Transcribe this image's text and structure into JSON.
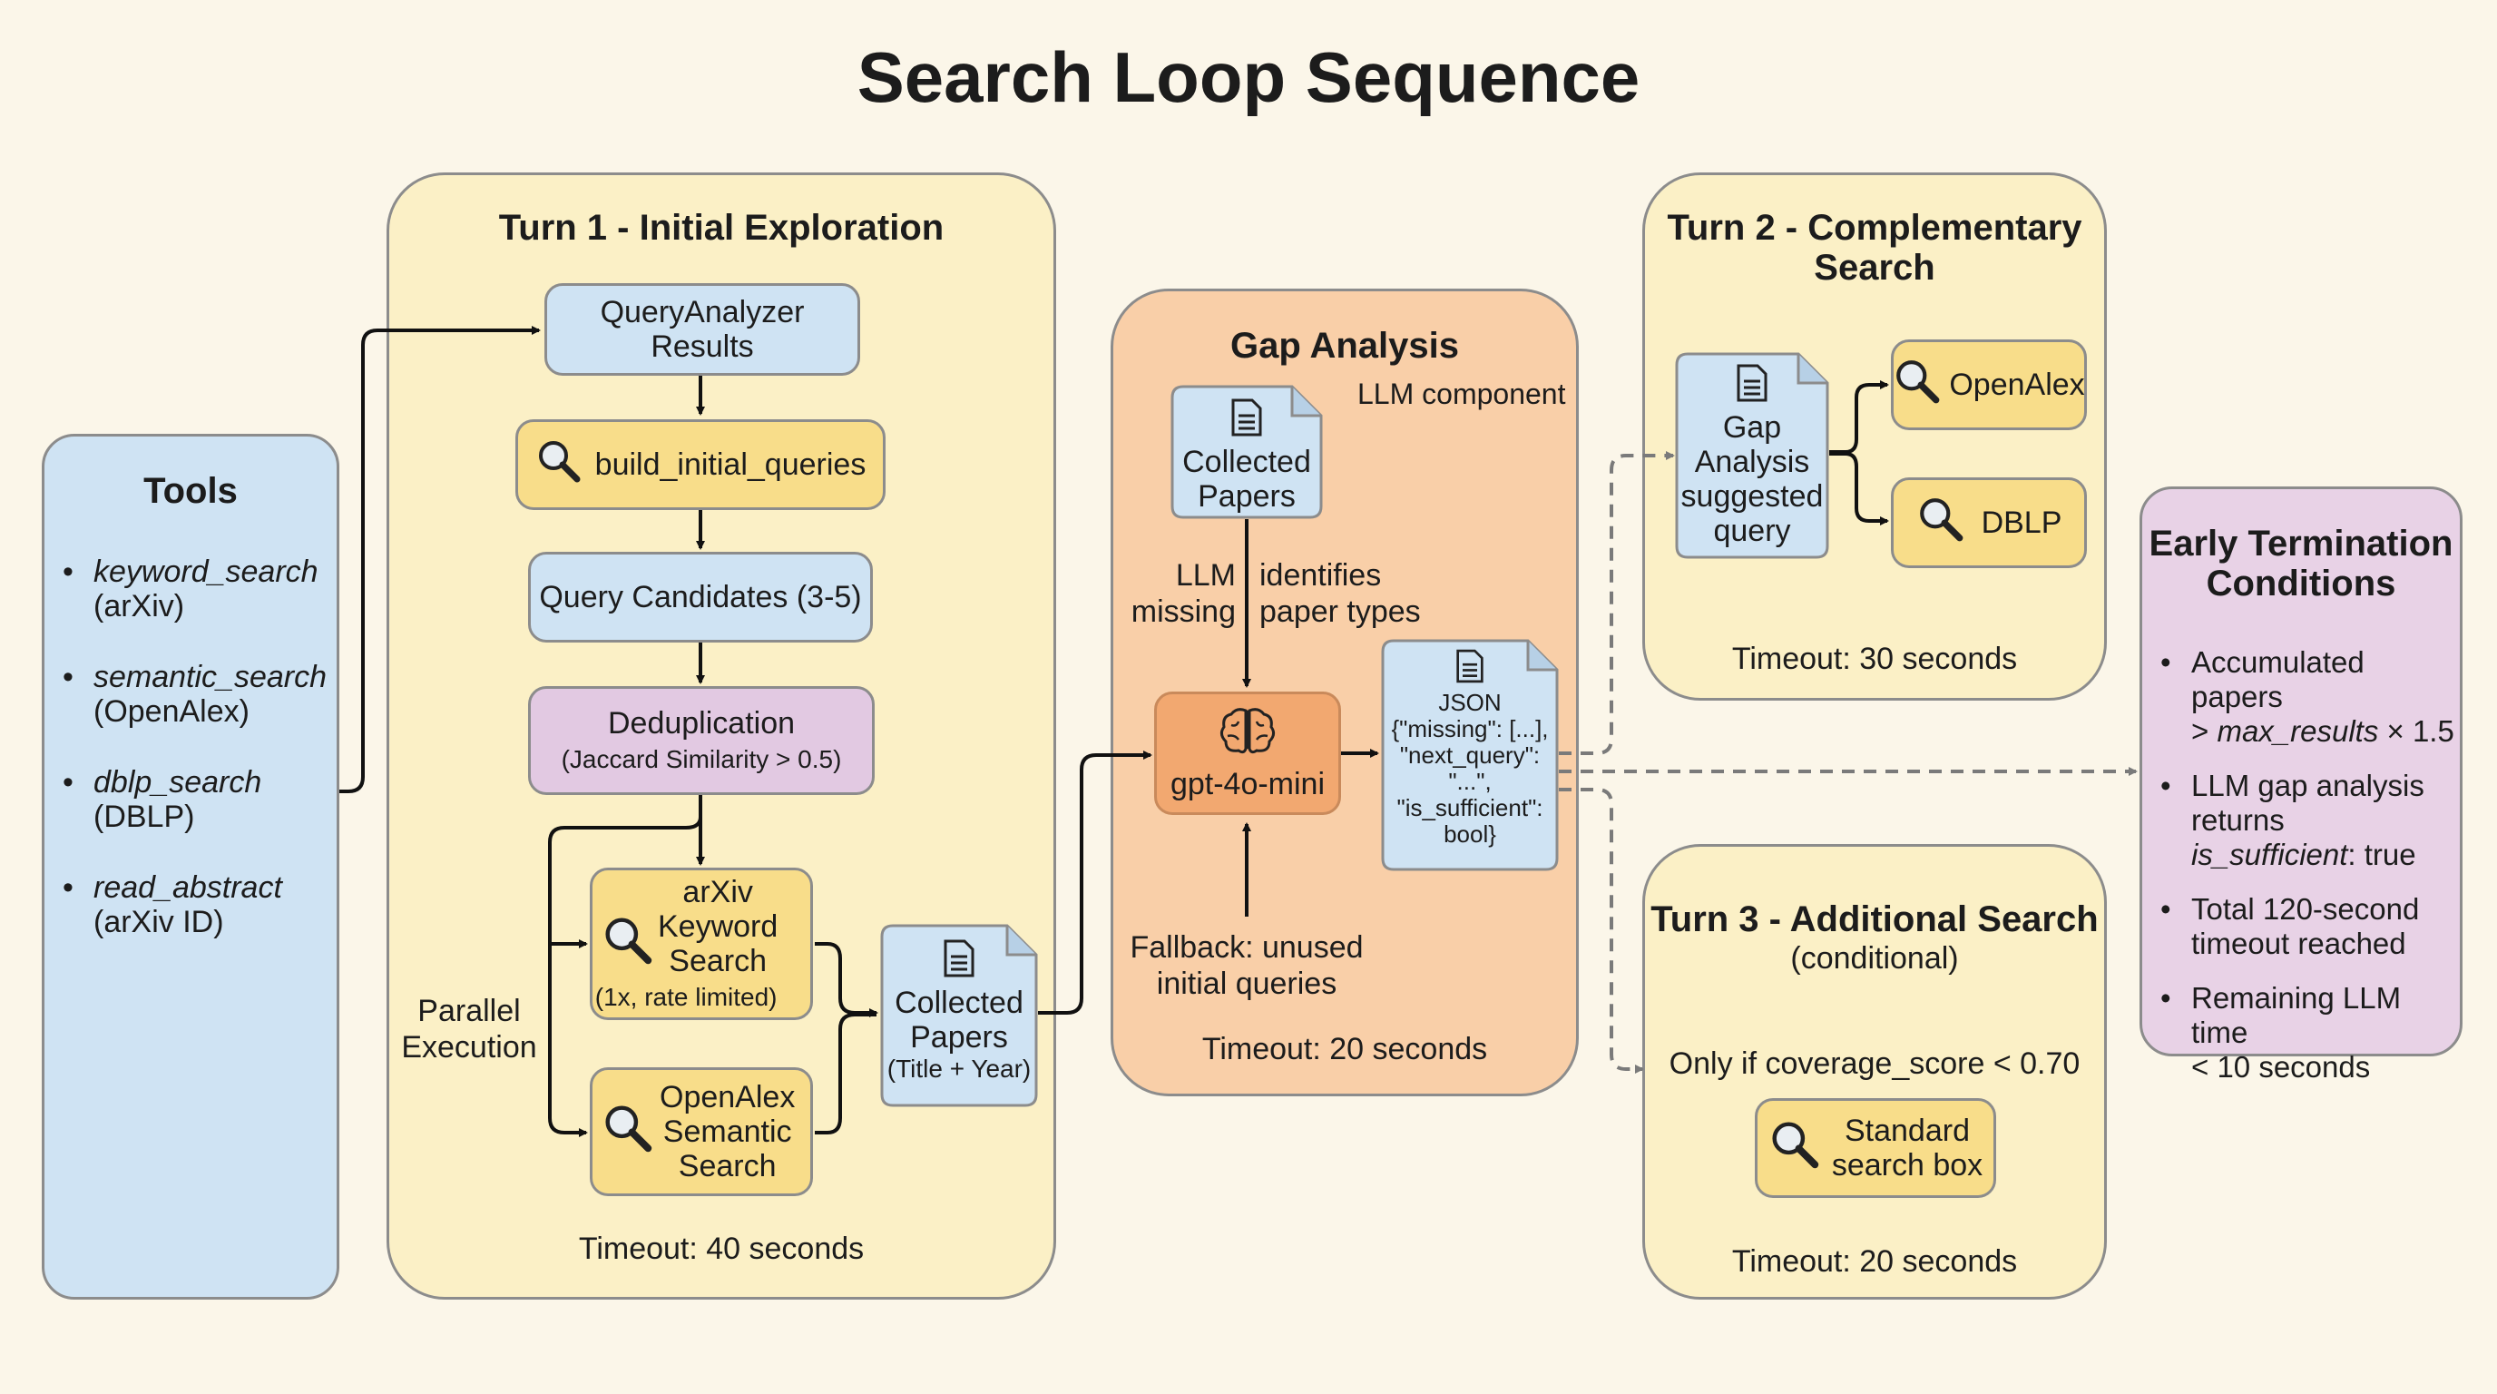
{
  "title": "Search Loop Sequence",
  "tools": {
    "title": "Tools",
    "items": [
      {
        "name": "keyword_search",
        "source": "(arXiv)"
      },
      {
        "name": "semantic_search",
        "source": "(OpenAlex)"
      },
      {
        "name": "dblp_search",
        "source": "(DBLP)"
      },
      {
        "name": "read_abstract",
        "source": "(arXiv ID)"
      }
    ]
  },
  "turn1": {
    "title": "Turn 1 - Initial Exploration",
    "query_analyzer": [
      "QueryAnalyzer",
      "Results"
    ],
    "build_queries": "build_initial_queries",
    "candidates": "Query Candidates (3-5)",
    "dedup": "Deduplication",
    "dedup_sub": "(Jaccard Similarity > 0.5)",
    "parallel": [
      "Parallel",
      "Execution"
    ],
    "arxiv": [
      "arXiv",
      "Keyword",
      "Search"
    ],
    "arxiv_sub": "(1x, rate limited)",
    "openalex": [
      "OpenAlex",
      "Semantic",
      "Search"
    ],
    "collected": [
      "Collected",
      "Papers"
    ],
    "collected_sub": "(Title + Year)",
    "timeout": "Timeout: 40 seconds"
  },
  "gap": {
    "title": "Gap Analysis",
    "llm_component": "LLM component",
    "collected": [
      "Collected",
      "Papers"
    ],
    "llm_missing": [
      "LLM",
      "missing"
    ],
    "identifies": [
      "identifies",
      "paper types"
    ],
    "model": "gpt-4o-mini",
    "json_lines": [
      "JSON",
      "{\"missing\": [...],",
      "\"next_query\":",
      "\"...\",",
      "\"is_sufficient\":",
      "bool}"
    ],
    "fallback": [
      "Fallback: unused",
      "initial queries"
    ],
    "timeout": "Timeout: 20 seconds"
  },
  "turn2": {
    "title": [
      "Turn 2 - Complementary",
      "Search"
    ],
    "suggested": [
      "Gap",
      "Analysis",
      "suggested",
      "query"
    ],
    "openalex": "OpenAlex",
    "dblp": "DBLP",
    "timeout": "Timeout: 30 seconds"
  },
  "turn3": {
    "title": "Turn 3 - Additional Search",
    "subtitle": "(conditional)",
    "condition": "Only if coverage_score < 0.70",
    "search_box": [
      "Standard",
      "search box"
    ],
    "timeout": "Timeout: 20 seconds"
  },
  "early": {
    "title": [
      "Early Termination",
      "Conditions"
    ],
    "c1": [
      "Accumulated papers",
      "> ",
      "max_results",
      " × 1.5"
    ],
    "c2": [
      "LLM gap analysis",
      "returns",
      "is_sufficient",
      ": true"
    ],
    "c3": [
      "Total 120-second",
      "timeout reached"
    ],
    "c4": [
      "Remaining LLM time",
      "< 10 seconds"
    ]
  },
  "icons": [
    "magnifier-icon",
    "document-icon",
    "brain-icon"
  ],
  "colors": {
    "background": "#fbf6e9",
    "yellow_panel": "#fbf0c6",
    "blue": "#cfe3f3",
    "yellow_box": "#f8dd8a",
    "purple": "#e2c9e2",
    "orange_panel": "#f9cfa8",
    "orange_box": "#f2a870"
  }
}
